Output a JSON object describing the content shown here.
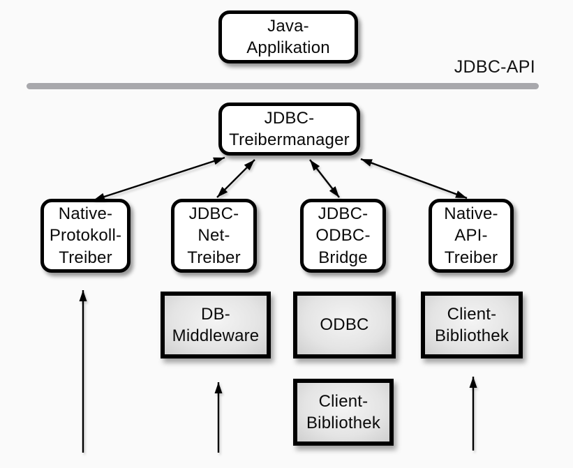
{
  "diagram": {
    "api_label": "JDBC-API",
    "nodes": {
      "java_applikation": "Java-\nApplikation",
      "treibermanager": "JDBC-\nTreibermanager",
      "native_protokoll": "Native-\nProtokoll-\nTreiber",
      "jdbc_net": "JDBC-\nNet-\nTreiber",
      "jdbc_odbc": "JDBC-\nODBC-\nBridge",
      "native_api": "Native-\nAPI-\nTreiber",
      "db_middleware": "DB-\nMiddleware",
      "odbc": "ODBC",
      "client_bibliothek_odbc": "Client-\nBibliothek",
      "client_bibliothek_native": "Client-\nBibliothek"
    }
  },
  "colors": {
    "background": "#fafafa",
    "node_fill": "#ffffff",
    "node_border": "#000000",
    "gray_fill_light": "#f4f4f4",
    "gray_fill_dark": "#cfcfcf",
    "divider": "#a8a8ac",
    "arrow": "#000000"
  }
}
